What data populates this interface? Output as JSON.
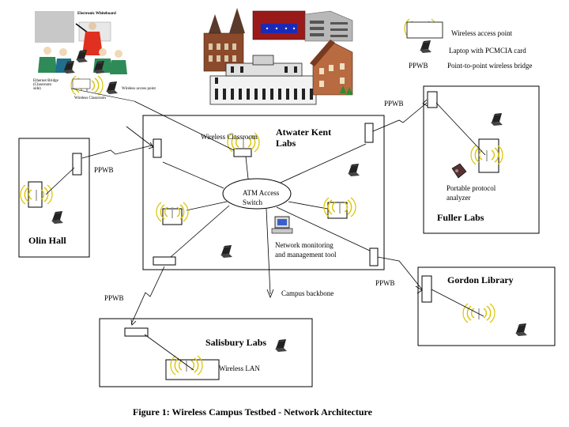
{
  "buildings": {
    "atwater": "Atwater Kent\nLabs",
    "olin": "Olin Hall",
    "fuller": "Fuller Labs",
    "gordon": "Gordon Library",
    "salisbury": "Salisbury Labs"
  },
  "nodes": {
    "atm_switch": "ATM Access\nSwitch",
    "network_tool": "Network monitoring\nand management tool",
    "protocol_analyzer": "Portable protocol\nanalyzer",
    "wireless_classroom": "Wireless Classroom",
    "wireless_lan": "Wireless LAN",
    "campus_backbone": "Campus backbone"
  },
  "ppwb_labels": [
    "PPWB",
    "PPWB",
    "PPWB",
    "PPWB"
  ],
  "legend": {
    "access_point": "Wireless access point",
    "laptop": "Laptop with PCMCIA card",
    "bridge_abbr": "PPWB",
    "bridge": "Point-to-point wireless bridge"
  },
  "classroom_inset": {
    "title": "Electronic Whiteboard",
    "left_note": "Ethernet Bridge\n(Classroom\nside)",
    "ap_label": "Wireless access point",
    "caption": "Wireless Classroom"
  },
  "caption": "Figure 1: Wireless Campus Testbed - Network Architecture",
  "colors": {
    "ap_waves": "#d9c400",
    "person_red": "#e03020",
    "person_green": "#2e8b57",
    "brick": "#8b4a2b",
    "roof_dark": "#5a3a2a"
  }
}
